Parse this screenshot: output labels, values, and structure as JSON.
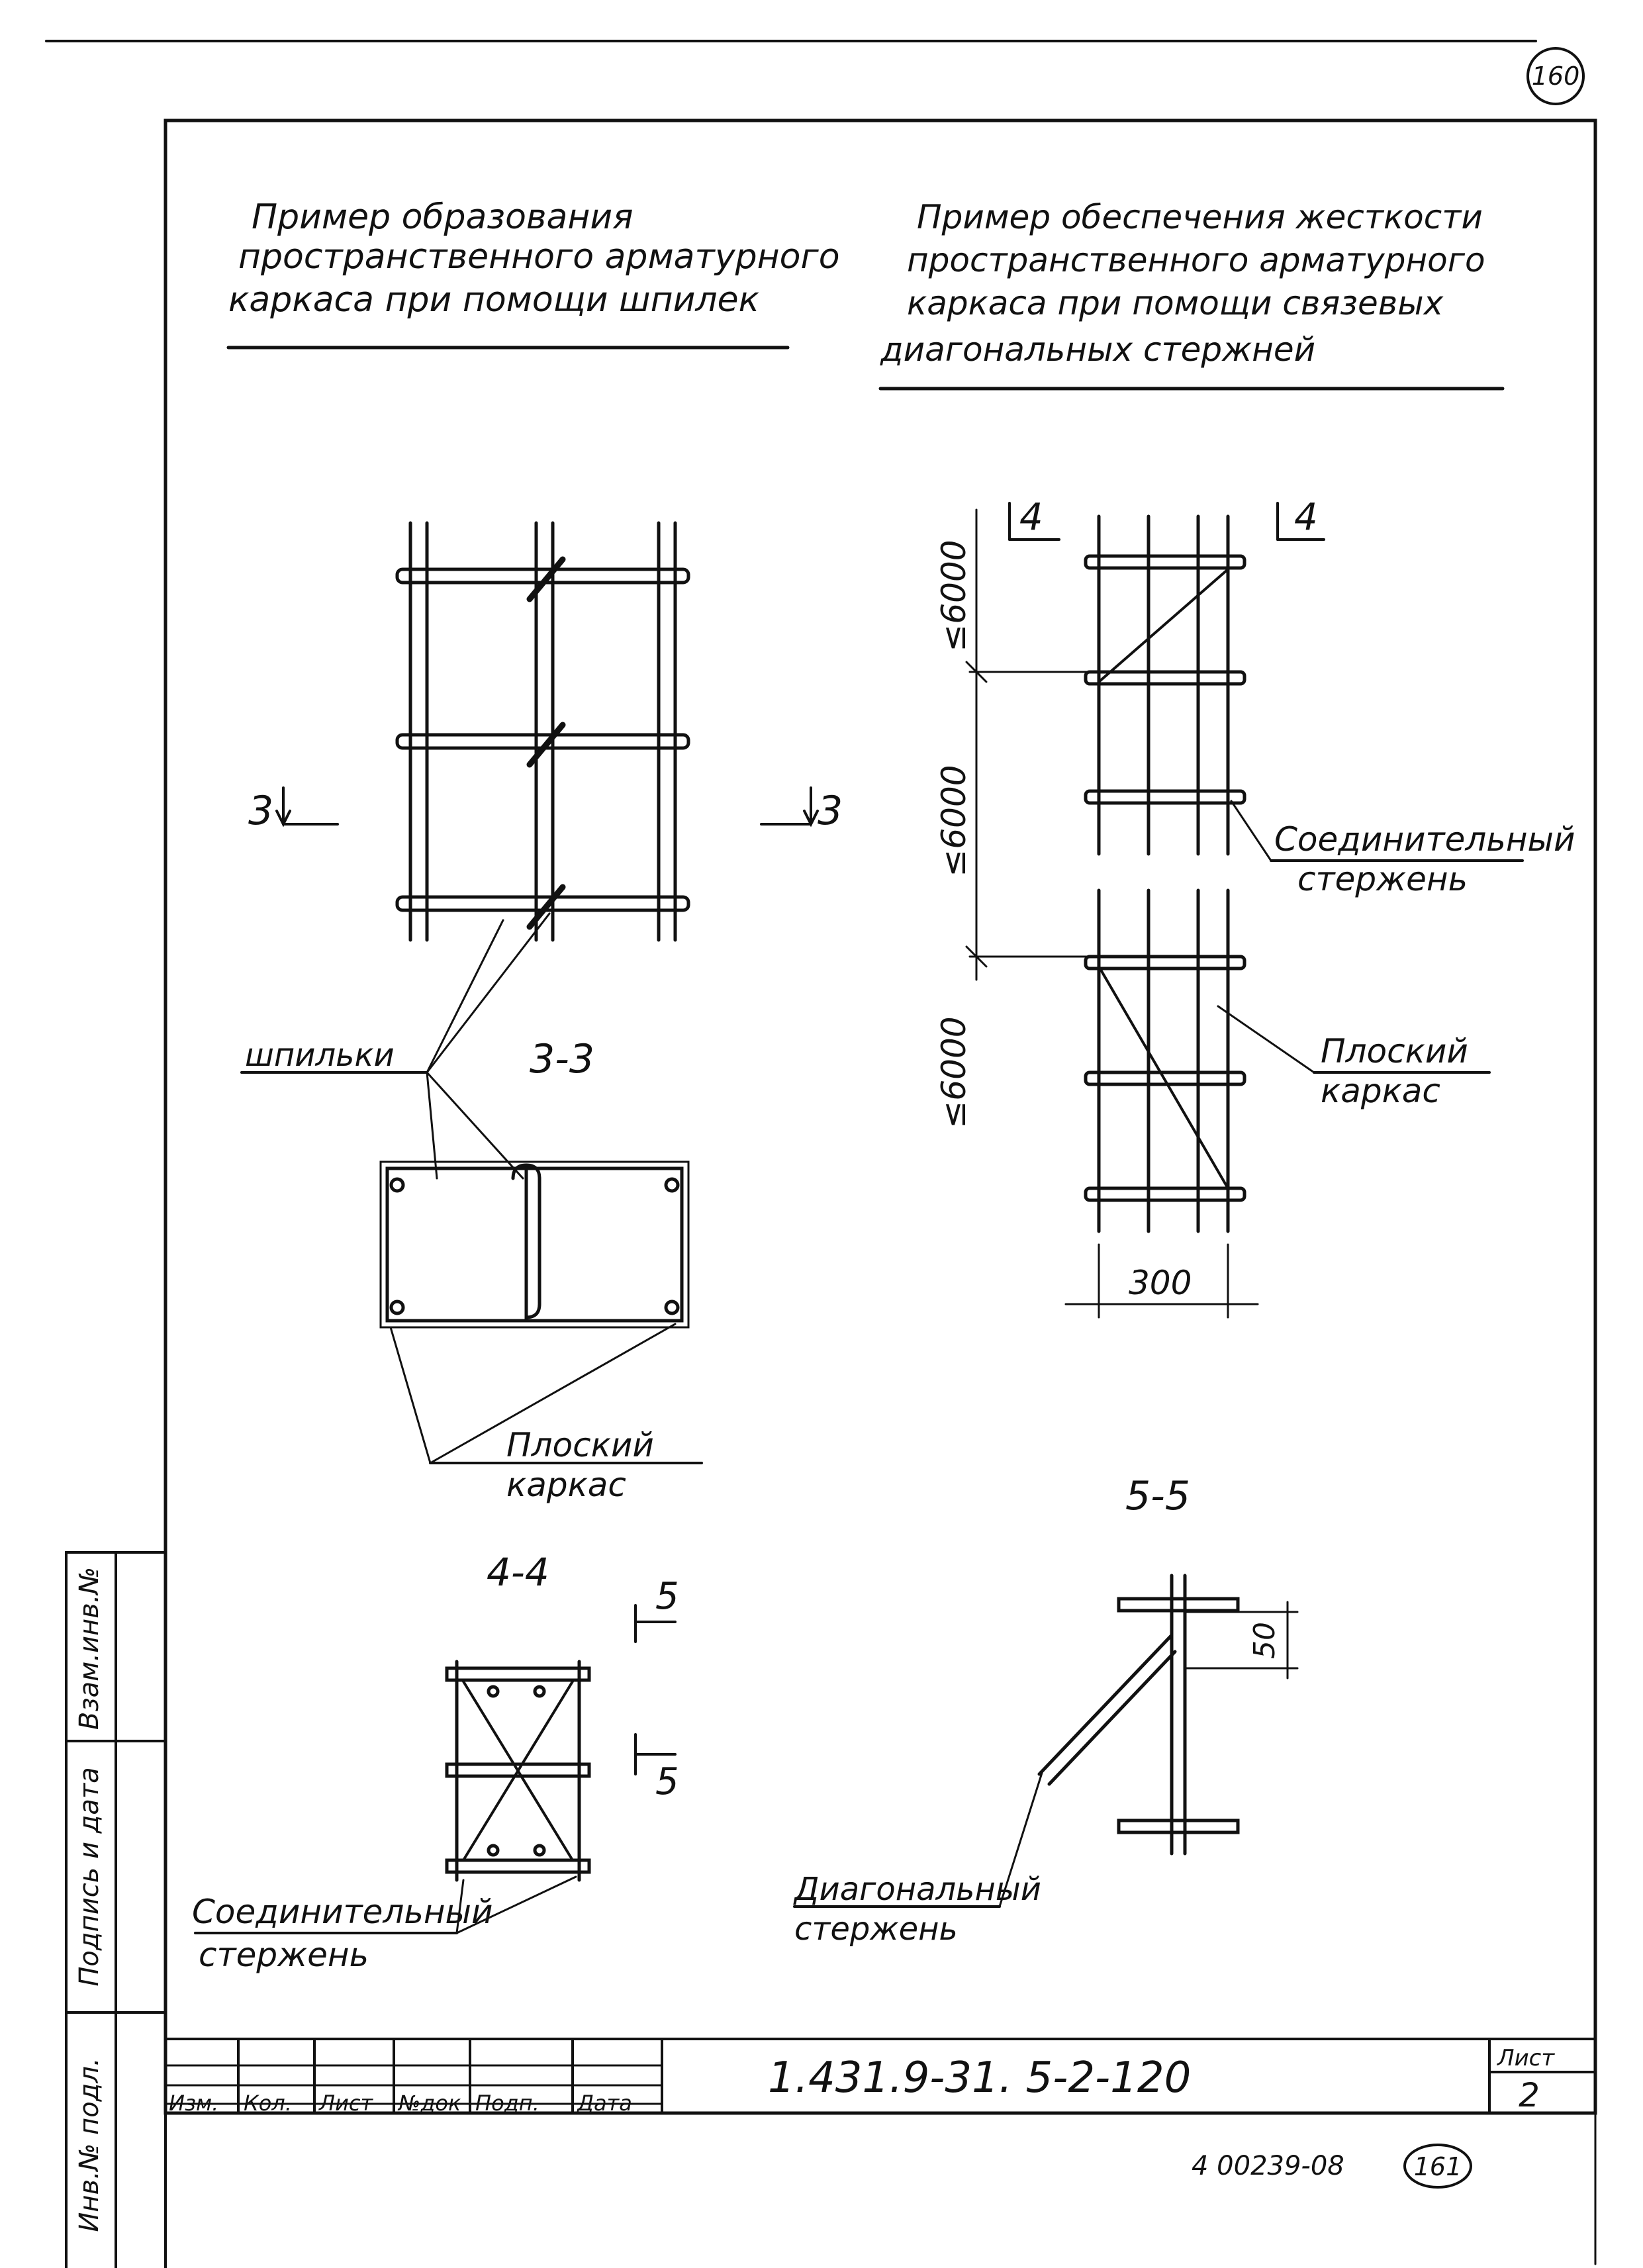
{
  "sheet_number_top": "160",
  "title_left": [
    "Пример образования",
    "пространственного арматурного",
    "каркаса при помощи шпилек"
  ],
  "title_right": [
    "Пример обеспечения жесткости",
    "пространственного арматурного",
    "каркаса при помощи связевых",
    "диагональных стержней"
  ],
  "labels": {
    "section_3_left": "3",
    "section_3_right": "3",
    "section_33": "3-3",
    "section_44": "4-4",
    "section_55": "5-5",
    "section_4_left": "4",
    "section_4_right": "4",
    "section_5_top": "5",
    "section_5_bottom": "5",
    "shpilki": "шпильки",
    "flat_frame_1": "Плоский",
    "flat_frame_2": "каркас",
    "conn_rod_1": "Соединительный",
    "conn_rod_2": "стержень",
    "diag_rod_1": "Диагональный",
    "diag_rod_2": "стержень",
    "dim_6000_a": "≤6000",
    "dim_6000_b": "≤6000",
    "dim_6000_c": "≤6000",
    "dim_300": "300",
    "dim_50": "50"
  },
  "side_stamp": [
    "Инв.№ подл.",
    "Подпись и дата",
    "Взам.инв.№"
  ],
  "title_block": {
    "doc_code": "1.431.9-31. 5-2-120",
    "sheet_label": "Лист",
    "sheet_number": "2",
    "columns": [
      "Изм.",
      "Кол.",
      "Лист",
      "№док",
      "Подп.",
      "Дата"
    ]
  },
  "footer_code": "4 00239-08",
  "footer_number": "161"
}
